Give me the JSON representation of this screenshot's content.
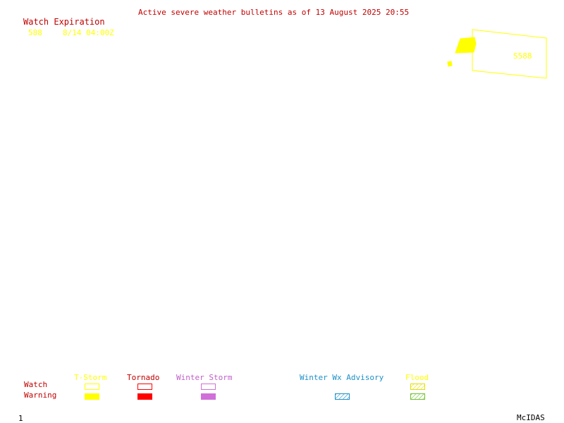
{
  "title": "Active severe weather bulletins as of 13 August 2025 20:55",
  "watch_expiration": {
    "heading": "Watch Expiration",
    "entries": [
      {
        "id": "588",
        "expires": "8/14 04:00Z"
      }
    ]
  },
  "map": {
    "watch_label": "S588",
    "colors": {
      "tstorm_watch": "#ffff00",
      "tstorm_warning": "#ffff00"
    }
  },
  "legend": {
    "row_labels": {
      "watch": "Watch",
      "warning": "Warning"
    },
    "categories": [
      {
        "name": "T-Storm",
        "color": "#ffff00",
        "watch_style": "outline",
        "warning_style": "filled"
      },
      {
        "name": "Tornado",
        "color": "#ff0000",
        "watch_style": "outline",
        "warning_style": "filled"
      },
      {
        "name": "Winter Storm",
        "color": "#d070d8",
        "watch_style": "outline",
        "warning_style": "filled"
      },
      {
        "name": "Winter Wx Advisory",
        "color": "#1e90c8",
        "watch_style": "none",
        "warning_style": "hatched"
      },
      {
        "name": "Flood",
        "color": "#ffff00",
        "warning_color": "#70c030",
        "watch_style": "hatched",
        "warning_style": "hatched"
      }
    ]
  },
  "footer": {
    "page_number": "1",
    "brand": "McIDAS"
  }
}
